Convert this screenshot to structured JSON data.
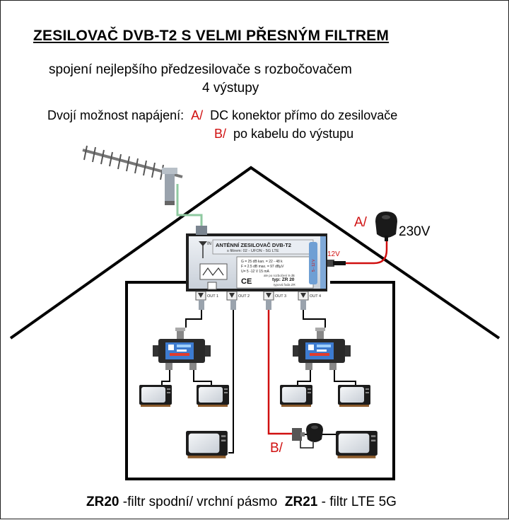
{
  "header": {
    "title": "ZESILOVAČ  DVB-T2   S VELMI PŘESNÝM  FILTREM",
    "subtitle_line1": "spojení nejlepšího předzesilovače s  rozbočovačem",
    "subtitle_line2": "4 výstupy"
  },
  "power": {
    "intro": "Dvojí možnost napájení:",
    "option_a_marker": "A/",
    "option_a_text": "DC konektor přímo do zesilovače",
    "option_b_marker": "B/",
    "option_b_text": "po kabelu do výstupu"
  },
  "diagram": {
    "input_label": "IN",
    "amplifier_title": "ANTÉNNÍ  ZESILOVAČ DVB-T2",
    "amplifier_subtitle": "s filtrem:  02 - UFON -  5G LTE",
    "spec_lines": [
      "G =   25 dB          kan. =  22 - 48 k",
      "F =    2.5 dB          max.  =   97 dBµV",
      "U=  5 -12 V               15 mA"
    ],
    "spec_note": "ale po rozbočení 9 dB",
    "type_label": "typ: ZR 20",
    "type_note": "typová řada ZR",
    "ce_mark": "CE",
    "side_label": "5 - 12 V",
    "outputs": [
      "OUT 1",
      "OUT 2",
      "OUT 3",
      "OUT 4"
    ],
    "dc_voltage": "12V",
    "label_a": "A/",
    "mains_voltage": "230V",
    "label_b": "B/"
  },
  "footer": {
    "zr20_code": "ZR20",
    "zr20_text": " -filtr spodní/ vrchní pásmo  ",
    "zr21_code": "ZR21",
    "zr21_text": " - filtr LTE 5G"
  },
  "colors": {
    "accent_red": "#d01010",
    "cable_green": "#8fc9a0",
    "amp_blue": "#6f9fd4",
    "amp_panel": "#dfe7f1"
  }
}
